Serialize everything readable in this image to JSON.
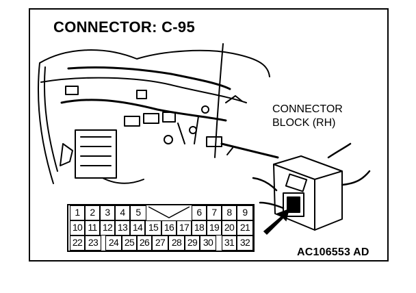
{
  "title": "CONNECTOR: C-95",
  "connector_block_label": [
    "CONNECTOR",
    "BLOCK (RH)"
  ],
  "figure_code": "AC106553 AD",
  "pins": {
    "row1": [
      "1",
      "2",
      "3",
      "4",
      "5",
      "6",
      "7",
      "8",
      "9"
    ],
    "row2": [
      "10",
      "11",
      "12",
      "13",
      "14",
      "15",
      "16",
      "17",
      "18",
      "19",
      "20",
      "21"
    ],
    "row3": [
      "22",
      "23",
      "24",
      "25",
      "26",
      "27",
      "28",
      "29",
      "30",
      "31",
      "32"
    ]
  }
}
